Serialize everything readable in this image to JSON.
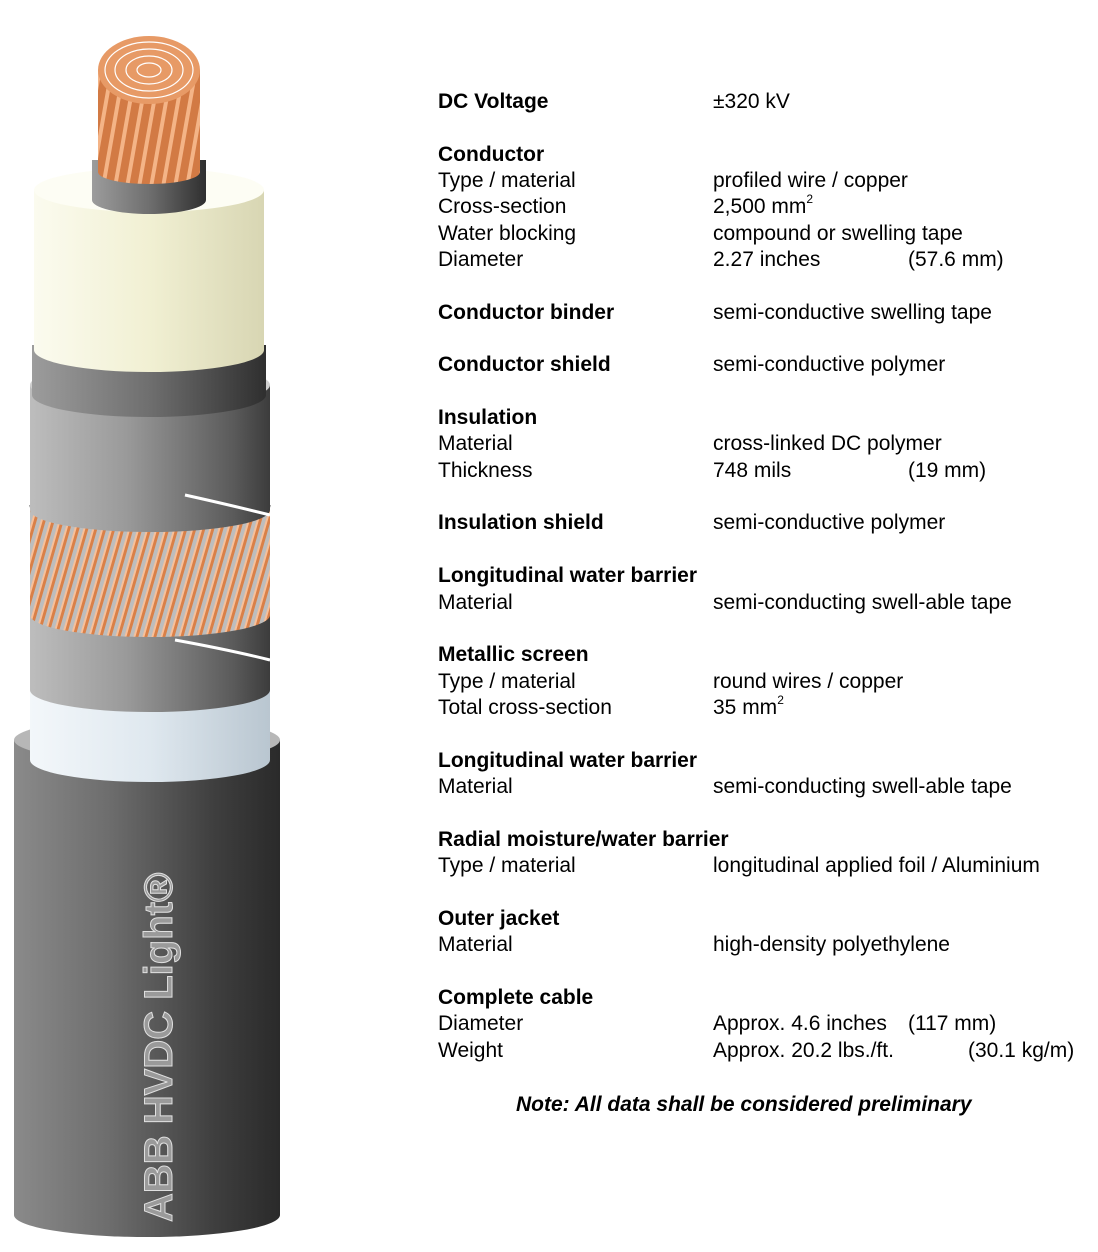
{
  "cable_image": {
    "brand_text": "ABB HVDC Light®",
    "colors": {
      "copper": "#d97a3e",
      "copper_light": "#f2b38a",
      "semiconductive": "#5f5f5f",
      "insulation": "#f4f3d8",
      "water_barrier": "#dde6ee",
      "jacket": "#4a4a4a"
    }
  },
  "specs": [
    {
      "type": "head",
      "label": "DC Voltage",
      "value": "±320 kV"
    },
    {
      "type": "head",
      "label": "Conductor"
    },
    {
      "type": "row",
      "label": "Type / material",
      "value": "profiled wire / copper"
    },
    {
      "type": "row",
      "label": "Cross-section",
      "value": "2,500 mm",
      "sup": "2"
    },
    {
      "type": "row",
      "label": "Water blocking",
      "value": "compound or swelling tape"
    },
    {
      "type": "row",
      "label": "Diameter",
      "value": "2.27 inches",
      "value2": "(57.6 mm)"
    },
    {
      "type": "head",
      "label": "Conductor binder",
      "value": "semi-conductive swelling tape"
    },
    {
      "type": "head",
      "label": "Conductor shield",
      "value": "semi-conductive polymer"
    },
    {
      "type": "head",
      "label": "Insulation"
    },
    {
      "type": "row",
      "label": "Material",
      "value": "cross-linked DC polymer"
    },
    {
      "type": "row",
      "label": "Thickness",
      "value": "748 mils",
      "value2": "(19 mm)"
    },
    {
      "type": "head",
      "label": "Insulation shield",
      "value": "semi-conductive polymer"
    },
    {
      "type": "head",
      "label": "Longitudinal water barrier"
    },
    {
      "type": "row",
      "label": "Material",
      "value": "semi-conducting swell-able tape"
    },
    {
      "type": "head",
      "label": "Metallic screen"
    },
    {
      "type": "row",
      "label": "Type / material",
      "value": "round wires / copper"
    },
    {
      "type": "row",
      "label": "Total cross-section",
      "value": "35 mm",
      "sup": "2"
    },
    {
      "type": "head",
      "label": "Longitudinal water barrier"
    },
    {
      "type": "row",
      "label": "Material",
      "value": "semi-conducting swell-able tape"
    },
    {
      "type": "head",
      "label": "Radial moisture/water barrier"
    },
    {
      "type": "row",
      "label": "Type / material",
      "value": "longitudinal applied foil / Aluminium"
    },
    {
      "type": "head",
      "label": "Outer jacket"
    },
    {
      "type": "row",
      "label": "Material",
      "value": "high-density polyethylene"
    },
    {
      "type": "head",
      "label": "Complete cable"
    },
    {
      "type": "row",
      "label": "Diameter",
      "value": "Approx. 4.6 inches",
      "value2": "(117 mm)"
    },
    {
      "type": "row",
      "label": "Weight",
      "value": "Approx. 20.2 lbs./ft.",
      "value2": "(30.1 kg/m)"
    }
  ],
  "note": "Note: All data shall be considered preliminary"
}
